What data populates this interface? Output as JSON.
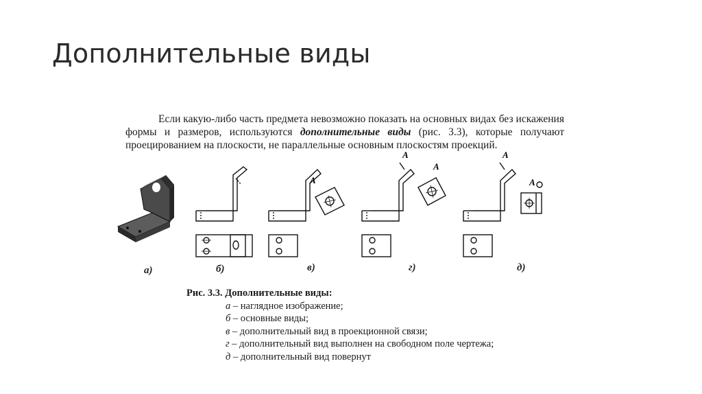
{
  "slide": {
    "title": "Дополнительные виды"
  },
  "paragraph": {
    "part1": "Если какую-либо часть предмета невозможно показать на основных видах без искажения формы и размеров, используются ",
    "bold": "дополнительные виды",
    "part2": " (рис. 3.3), которые получают проецированием на плоскости, не параллельные основным плоскостям проекций."
  },
  "figure": {
    "labels": [
      "а)",
      "б)",
      "в)",
      "г)",
      "д)"
    ],
    "view_marks": [
      "А",
      "А",
      "А",
      "А",
      "А"
    ]
  },
  "caption": {
    "title": "Рис. 3.3. Дополнительные виды:",
    "items": [
      {
        "letter": "а",
        "text": " – наглядное изображение;"
      },
      {
        "letter": "б",
        "text": " – основные виды;"
      },
      {
        "letter": "в",
        "text": " – дополнительный вид в проекционной связи;"
      },
      {
        "letter": "г",
        "text": " – дополнительный вид выполнен на свободном поле чертежа;"
      },
      {
        "letter": "д",
        "text": " – дополнительный вид повернут"
      }
    ]
  }
}
